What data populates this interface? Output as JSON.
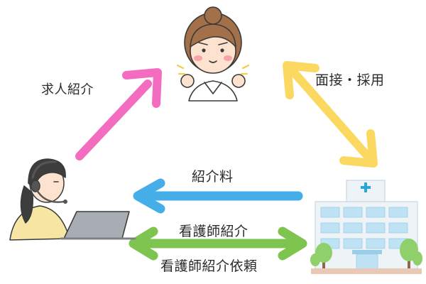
{
  "labels": {
    "job_introduction": "求人紹介",
    "interview_hiring": "面接・採用",
    "referral_fee": "紹介料",
    "nurse_introduction": "看護師紹介",
    "nurse_introduction_request": "看護師紹介依頼"
  },
  "colors": {
    "job_intro_arrow": "#f36cc0",
    "interview_arrow": "#fbd85f",
    "fee_arrow": "#45aee9",
    "nurse_intro_arrow": "#7ec550",
    "hospital_roof_stripe": "#bfd4ea",
    "hospital_cross": "#28a6d9",
    "operator_shirt": "#f7e6a3",
    "nurse_cheeks": "#f7a3a8"
  },
  "actors": {
    "nurse": "nurse-illustration",
    "agency_operator": "operator-with-headset-illustration",
    "hospital": "hospital-building-illustration"
  }
}
